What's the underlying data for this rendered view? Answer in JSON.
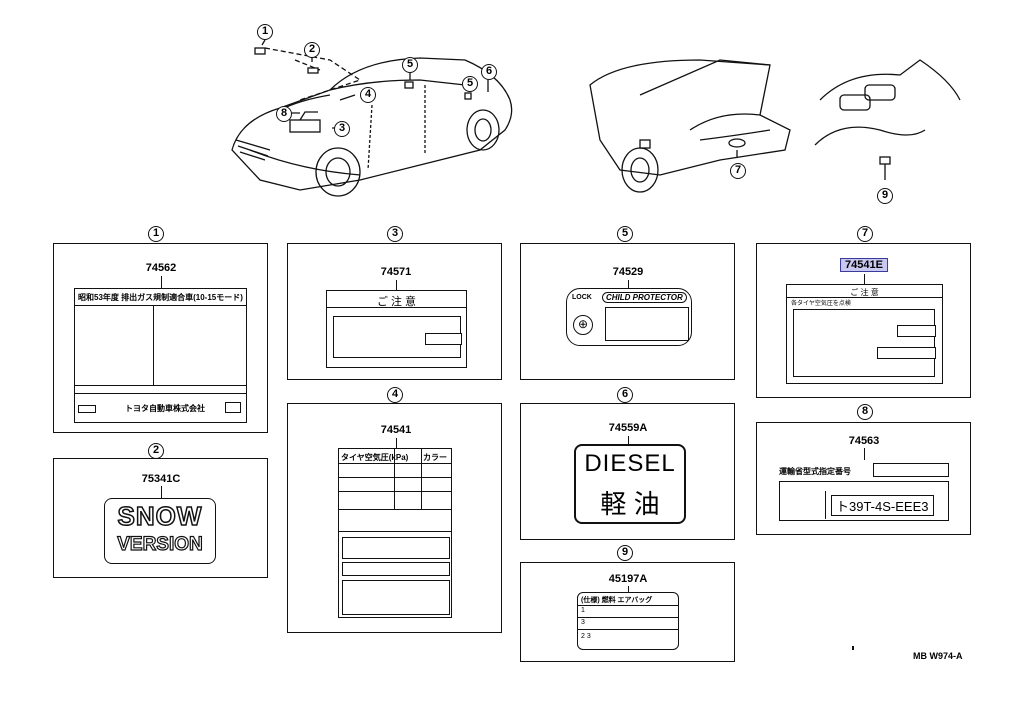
{
  "callouts": [
    "1",
    "2",
    "3",
    "4",
    "5",
    "6",
    "7",
    "8",
    "9"
  ],
  "panels": {
    "p1": {
      "callout": "1",
      "part_no": "74562",
      "header": "昭和53年度 排出ガス規制適合車(10-15モード)",
      "footer": "トヨタ自動車株式会社"
    },
    "p2": {
      "callout": "2",
      "part_no": "75341C",
      "line1": "SNOW",
      "line2": "VERSION"
    },
    "p3": {
      "callout": "3",
      "part_no": "74571",
      "header": "ご 注 意"
    },
    "p4": {
      "callout": "4",
      "part_no": "74541",
      "header_a": "タイヤ空気圧(kPa)",
      "header_b": "カラー"
    },
    "p5": {
      "callout": "5",
      "part_no": "74529",
      "lock": "LOCK",
      "child": "CHILD PROTECTOR"
    },
    "p6": {
      "callout": "6",
      "part_no": "74559A",
      "line1": "DIESEL",
      "line2": "軽 油"
    },
    "p7": {
      "callout": "7",
      "part_no": "74541E",
      "header": "ご 注 意",
      "subheader": "各タイヤ空気圧を点検"
    },
    "p8": {
      "callout": "8",
      "part_no": "74563",
      "line1": "運輸省型式指定番号",
      "code": "ト39T-4S-EEE3"
    },
    "p9": {
      "callout": "9",
      "part_no": "45197A",
      "header": "(仕様) 燃料 エアバッグ",
      "r1": "1",
      "r2": "3",
      "r3": "2 3"
    }
  },
  "diagram_code": "MB W974-A",
  "accent_color": "#c8c8f0"
}
